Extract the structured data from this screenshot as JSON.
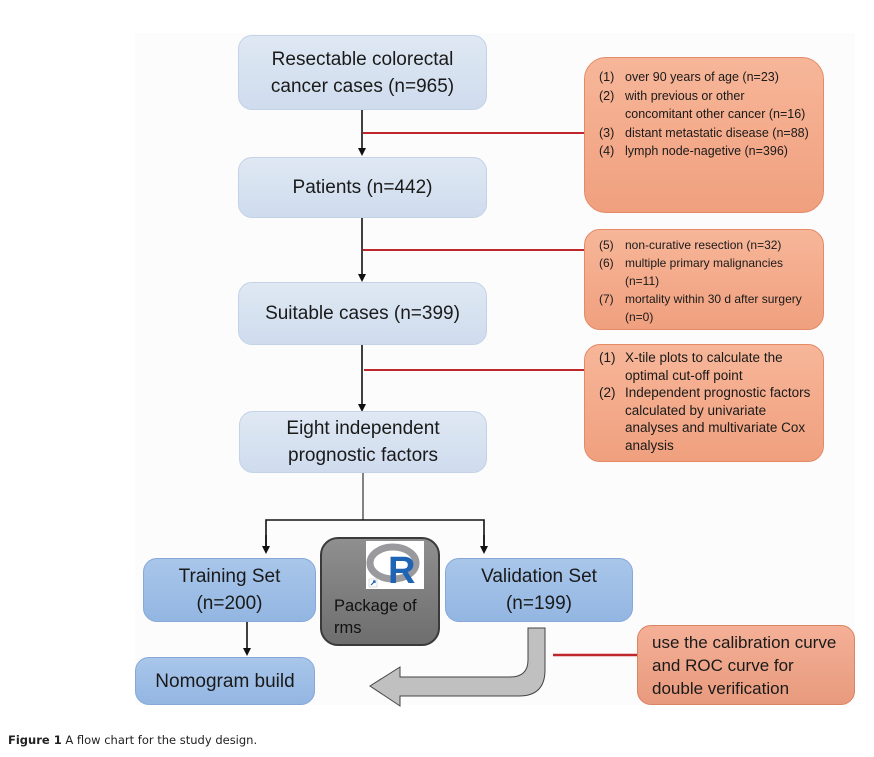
{
  "flowchart": {
    "main_steps": [
      {
        "id": "step-1",
        "line1": "Resectable colorectal",
        "line2": "cancer cases (n=965)"
      },
      {
        "id": "step-2",
        "line1": "Patients (n=442)"
      },
      {
        "id": "step-3",
        "line1": "Suitable cases (n=399)"
      },
      {
        "id": "step-4",
        "line1": "Eight independent",
        "line2": "prognostic factors"
      }
    ],
    "exclusions_1": [
      {
        "num": "(1)",
        "text": "over 90 years of age (n=23)"
      },
      {
        "num": "(2)",
        "text": "with previous or other concomitant other cancer (n=16)"
      },
      {
        "num": "(3)",
        "text": "distant metastatic disease (n=88)"
      },
      {
        "num": "(4)",
        "text": "lymph node-nagetive (n=396)"
      }
    ],
    "exclusions_2": [
      {
        "num": "(5)",
        "text": "non-curative resection (n=32)"
      },
      {
        "num": "(6)",
        "text": "multiple primary malignancies (n=11)"
      },
      {
        "num": "(7)",
        "text": "mortality within 30 d after surgery (n=0)"
      }
    ],
    "methods": [
      {
        "num": "(1)",
        "text": "X-tile plots to calculate the optimal cut-off point"
      },
      {
        "num": "(2)",
        "text": "Independent prognostic factors calculated by univariate analyses and multivariate Cox analysis"
      }
    ],
    "training": {
      "line1": "Training Set",
      "line2": "(n=200)"
    },
    "validation": {
      "line1": "Validation Set",
      "line2": "(n=199)"
    },
    "package": {
      "label": "Package of rms",
      "icon": "R-logo-icon",
      "logo_letter": "R"
    },
    "nomogram": {
      "label": "Nomogram build"
    },
    "verification": {
      "text": "use the calibration curve and ROC curve for double verification"
    },
    "colors": {
      "step_box": "#d6e1f0",
      "set_box": "#9dbde6",
      "note_box": "#f3a987",
      "connector_red": "#c0272d",
      "package_box": "#7a7a7a",
      "return_arrow": "#c0c0c0"
    }
  },
  "caption": {
    "label": "Figure 1",
    "text": "A flow chart for the study design."
  }
}
